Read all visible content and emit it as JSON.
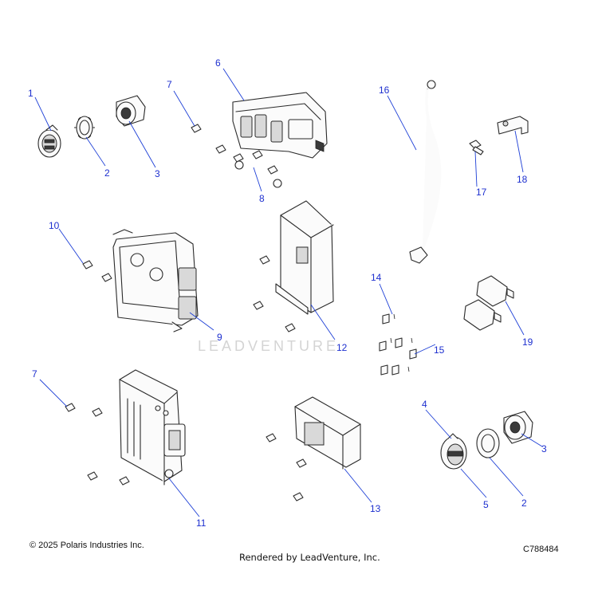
{
  "callouts": [
    {
      "id": "c1",
      "label": "1"
    },
    {
      "id": "c2a",
      "label": "2"
    },
    {
      "id": "c3a",
      "label": "3"
    },
    {
      "id": "c4",
      "label": "4"
    },
    {
      "id": "c5",
      "label": "5"
    },
    {
      "id": "c2b",
      "label": "2"
    },
    {
      "id": "c3b",
      "label": "3"
    },
    {
      "id": "c6",
      "label": "6"
    },
    {
      "id": "c7a",
      "label": "7"
    },
    {
      "id": "c7b",
      "label": "7"
    },
    {
      "id": "c8",
      "label": "8"
    },
    {
      "id": "c9",
      "label": "9"
    },
    {
      "id": "c10",
      "label": "10"
    },
    {
      "id": "c11",
      "label": "11"
    },
    {
      "id": "c12",
      "label": "12"
    },
    {
      "id": "c13",
      "label": "13"
    },
    {
      "id": "c14",
      "label": "14"
    },
    {
      "id": "c15",
      "label": "15"
    },
    {
      "id": "c16",
      "label": "16"
    },
    {
      "id": "c17",
      "label": "17"
    },
    {
      "id": "c18",
      "label": "18"
    },
    {
      "id": "c19",
      "label": "19"
    }
  ],
  "watermark": "LEADVENTURE",
  "footer": {
    "copyright": "© 2025 Polaris Industries Inc.",
    "rendered_by": "Rendered by LeadVenture, Inc.",
    "diagram_code": "C788484"
  }
}
